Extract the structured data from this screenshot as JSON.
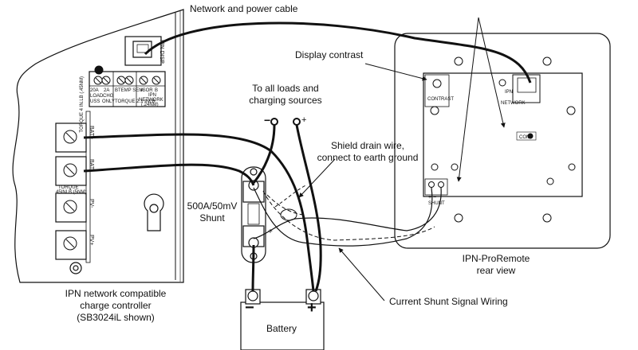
{
  "labels": {
    "network_cable": "Network and power cable",
    "display_contrast": "Display contrast",
    "loads_line1": "To all loads and",
    "loads_line2": "charging sources",
    "shield_line1": "Shield drain wire,",
    "shield_line2": "connect to earth ground",
    "shunt_line1": "500A/50mV",
    "shunt_line2": "Shunt",
    "controller_line1": "IPN network compatible",
    "controller_line2": "charge controller",
    "controller_line3": "(SB3024iL shown)",
    "proremote_line1": "IPN-ProRemote",
    "proremote_line2": "rear view",
    "shunt_wiring": "Current Shunt Signal Wiring",
    "battery": "Battery",
    "neg_terminal": "−",
    "pos_terminal": "+",
    "bat_neg": "−",
    "bat_pos": "+",
    "shunt_plus": "+"
  },
  "controller_text": {
    "ipn_disp": "IPN DISP",
    "torque_side": "TORQUE 4 IN.LB (.45NM)",
    "tb_20a": "20A",
    "tb_load": "LOAD",
    "tb_uss": "USS",
    "tb_2a": "2A",
    "tb_chg": "CHG",
    "tb_only": "ONLY",
    "tb_bat_temp": "BTEMP SENSOR",
    "tb_torque": "TORQUE 2.1 INLB",
    "tb_a": "A",
    "tb_b": "B",
    "tb_ipn": "IPN",
    "tb_network": "NETWORK",
    "tb_24nm": "(.24NM)",
    "bat_plus": "BAT+",
    "bat_minus": "BAT-",
    "torque1": "TORQUE",
    "torque2": "45INLB (5NM)",
    "pv_minus": "PV-",
    "pv_plus": "PV+"
  },
  "remote_text": {
    "contrast": "CONTRAST",
    "ipn": "IPN",
    "network": "NETWORK",
    "com": "COM",
    "shunt_pm": "+ −",
    "shunt": "SHUNT"
  },
  "colors": {
    "line": "#111111",
    "background": "#ffffff"
  }
}
